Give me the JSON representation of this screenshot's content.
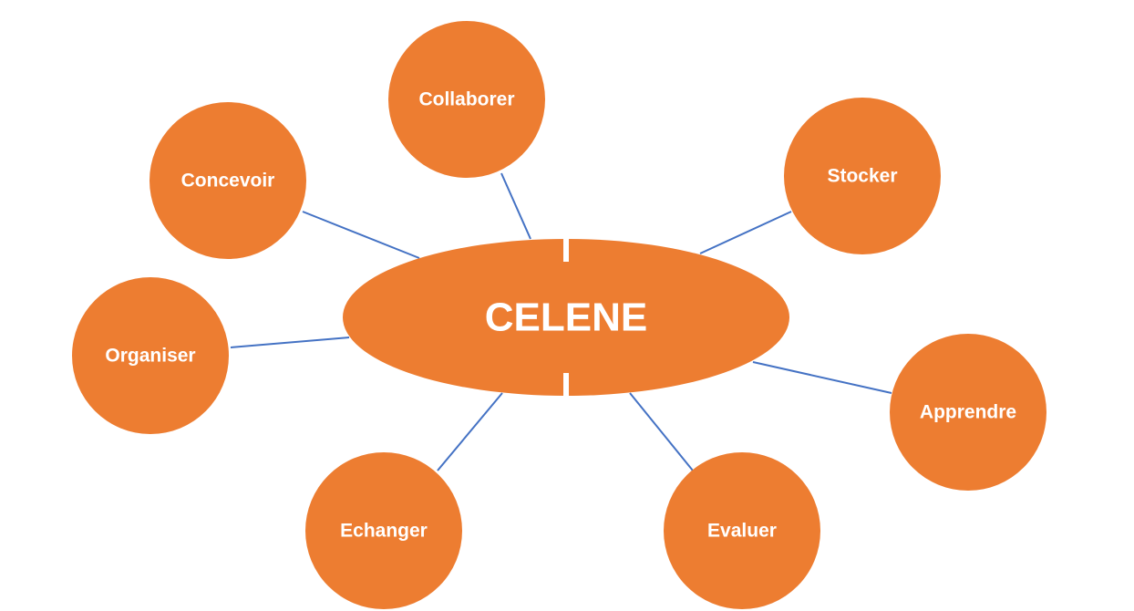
{
  "diagram": {
    "center": {
      "label": "CELENE"
    },
    "nodes": [
      {
        "id": "collaborer",
        "label": "Collaborer"
      },
      {
        "id": "stocker",
        "label": "Stocker"
      },
      {
        "id": "concevoir",
        "label": "Concevoir"
      },
      {
        "id": "organiser",
        "label": "Organiser"
      },
      {
        "id": "apprendre",
        "label": "Apprendre"
      },
      {
        "id": "echanger",
        "label": "Echanger"
      },
      {
        "id": "evaluer",
        "label": "Evaluer"
      }
    ]
  },
  "colors": {
    "node_fill": "#ED7D31",
    "connector": "#4472C4",
    "text": "#FFFFFF",
    "background": "#FFFFFF"
  }
}
